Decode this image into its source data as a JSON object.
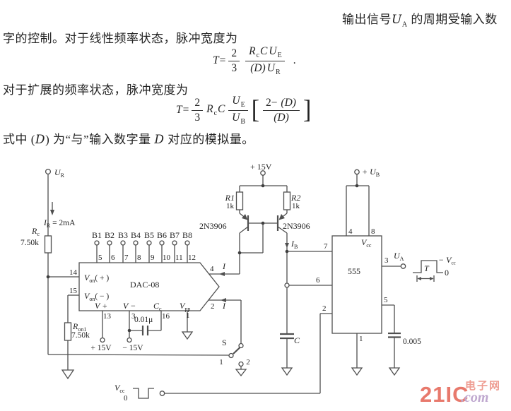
{
  "para": {
    "l1a": "输出信号",
    "l1v": "U",
    "l1s": "A",
    "l1b": " 的周期受输入数",
    "l2": "字的控制。对于线性频率状态，脉冲宽度为",
    "l3": "对于扩展的频率状态，脉冲宽度为",
    "l4a": "式中 (",
    "l4v1": "D",
    "l4b": ") 为“与”输入数字量 ",
    "l4v2": "D",
    "l4c": " 对应的模拟量。"
  },
  "f1": {
    "T": "T",
    "eq": "=",
    "n1": "2",
    "d1": "3",
    "r": "R",
    "rs": "c",
    "c": "C",
    "u": "U",
    "us": "E",
    "dd": "(D)",
    "du": "U",
    "dus": "R",
    "dot": "."
  },
  "f2": {
    "T": "T",
    "eq": "=",
    "n1": "2",
    "d1": "3",
    "r": "R",
    "rs": "c",
    "c": "C",
    "un": "U",
    "uns": "E",
    "ud": "U",
    "uds": "B",
    "lb": "[",
    "bn1": "2− ",
    "bn2": "(D)",
    "bd": "(D)",
    "rb": "]"
  },
  "circuit": {
    "ur": "U",
    "ur_s": "R",
    "ir": "I",
    "ir_s": "R",
    "ir_eq": " = 2mA",
    "rc": "R",
    "rc_s": "c",
    "rc_v": "7.50k",
    "pin14": "14",
    "pin15": "15",
    "bits": [
      "B1",
      "B2",
      "B3",
      "B4",
      "B5",
      "B6",
      "B7",
      "B8"
    ],
    "bit_pins": [
      "5",
      "6",
      "7",
      "8",
      "9",
      "10",
      "11",
      "12"
    ],
    "von_p": "V",
    "von_p_s": "on",
    "von_p_r": "( + )",
    "dac": "DAC-08",
    "von_m": "V",
    "von_m_s": "on",
    "von_m_r": "( − )",
    "vp": "V +",
    "vp_pin": "13",
    "vm": "V −",
    "vm_pin": "3",
    "cc": "C",
    "cc_s": "c",
    "cc_pin": "16",
    "vpp": "V",
    "vpp_s": "pp",
    "vpp_pin": "1",
    "cap1": "0.01μ",
    "p15": "+ 15V",
    "m15": "− 15V",
    "ron": "R",
    "ron_s": "on1",
    "ron_v": "7.50k",
    "out4_pin": "4",
    "out4_i": "I",
    "out2_pin": "2",
    "out2_i": "I",
    "sw": "S",
    "sw1": "1",
    "sw2": "2",
    "p15_top": "+ 15V",
    "r1": "R1",
    "r1_v": "1k",
    "r2": "R2",
    "r2_v": "1k",
    "q1": "2N3906",
    "q2": "2N3906",
    "ib": "I",
    "ib_s": "B",
    "chip": "555",
    "pin4": "4",
    "pin8": "8",
    "vcc": "V",
    "vcc_s": "cc",
    "pin7": "7",
    "pin6": "6",
    "pin2": "2",
    "pin3": "3",
    "pin5": "5",
    "pin1": "1",
    "ua": "U",
    "ua_s": "A",
    "ub": "+ U",
    "ub_s": "B",
    "c": "C",
    "cap2": "0.005",
    "wf_t": "T",
    "wf_v": "− V",
    "wf_v_s": "cc",
    "wf_0": "0",
    "src_v": "V",
    "src_v_s": "cc",
    "src_0": "0"
  },
  "watermark": {
    "logo": "21IC",
    "cn": "电子网",
    "com": ".com"
  },
  "colors": {
    "wire": "#4f4f4f",
    "text": "#242424",
    "watermark_red": "#e8796c",
    "watermark_purple": "#bfa8cf"
  }
}
